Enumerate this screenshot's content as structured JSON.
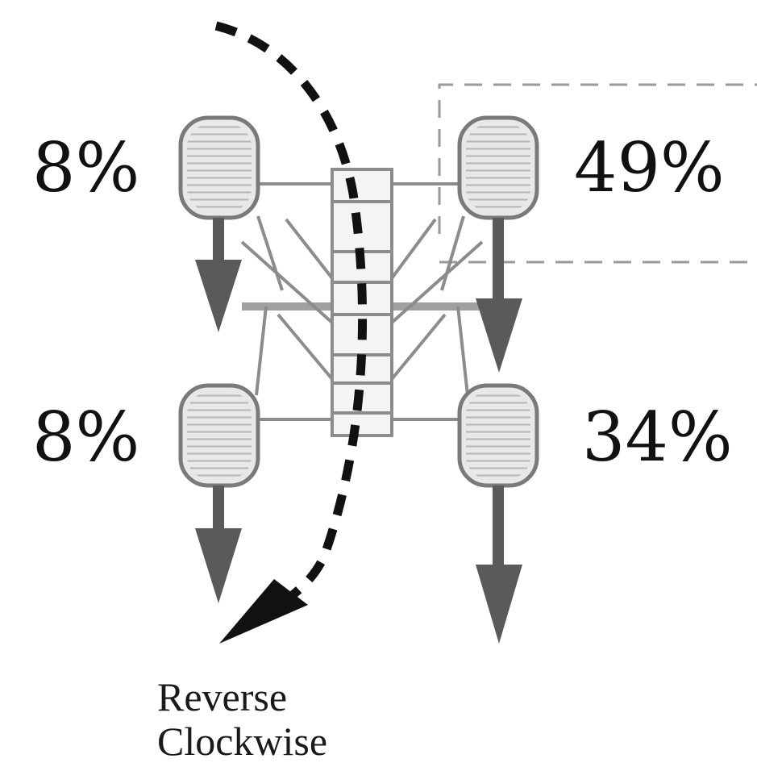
{
  "wheels": {
    "front_left": {
      "percent": "8%"
    },
    "front_right": {
      "percent": "49%"
    },
    "rear_left": {
      "percent": "8%"
    },
    "rear_right": {
      "percent": "34%"
    }
  },
  "rotation": {
    "line1": "Reverse",
    "line2": "Clockwise"
  },
  "colors": {
    "force_arrow": "#5a5a5a",
    "rotation_arrow": "#111111",
    "frame": "#8c8c8c",
    "tire_fill": "#e8e8e8",
    "dashed_box": "#9a9a9a",
    "text": "#111111"
  }
}
